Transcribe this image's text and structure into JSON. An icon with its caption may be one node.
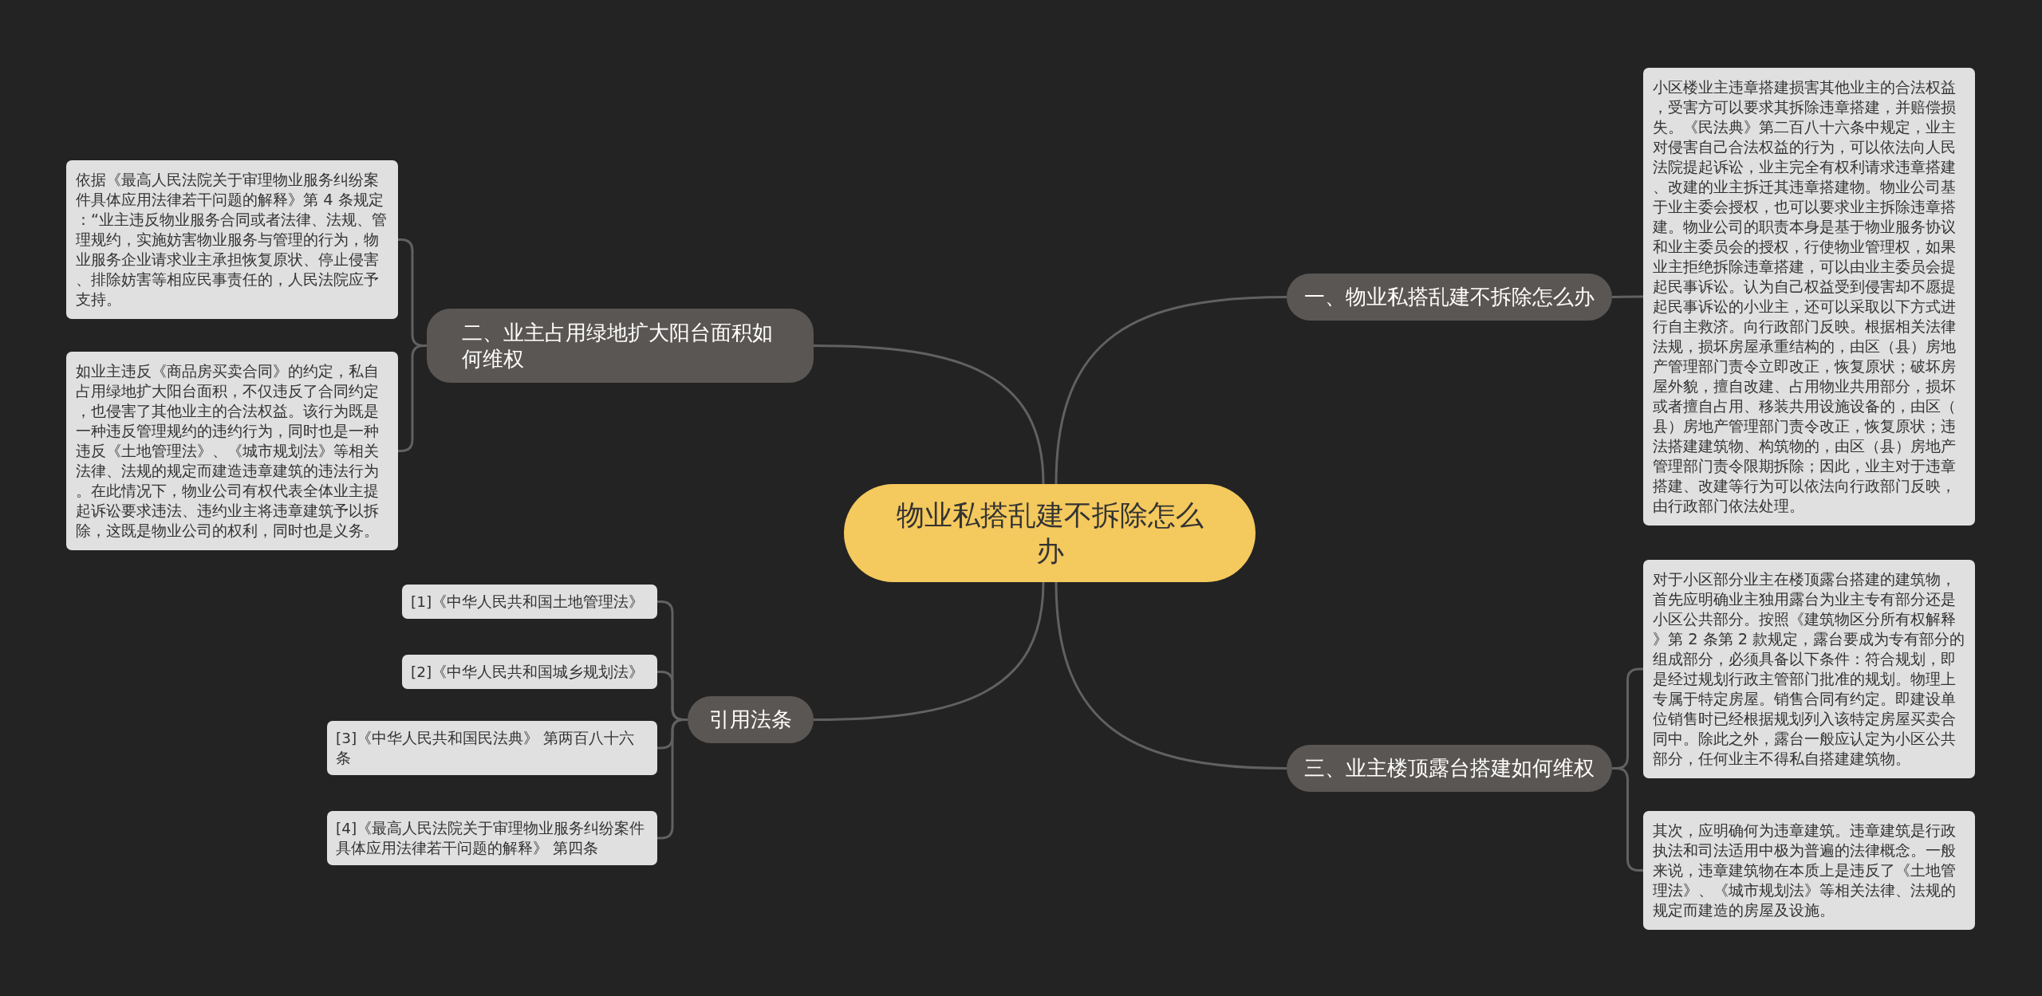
{
  "diagram": {
    "nodes": [
      {
        "text": [
          "物业私搭乱建不拆除怎么办"
        ]
      },
      {
        "text": [
          "一、物业私搭乱建不拆除怎么办"
        ]
      },
      {
        "text": [
          "小区楼业主违章搭建损害其他业主的合法权益，受害方可以要求其拆除违章搭建，并赔偿损失。《民法典》第二百八十六条中规定，业主对侵害自己合法权益的行为，可以依法向人民法院提起诉讼，业主完全有权利请求违章搭建、改建的业主拆迁其违章搭建物。物业公司基于业主委会授权，也可以要求业主拆除违章搭建。物业公司的职责本身是基于物业服务协议和业主委员会的授权，行使物业管理权，如果业主拒绝拆除违章搭建，可以由业主委员会提起民事诉讼。认为自己权益受到侵害却不愿提起民事诉讼的小业主，还可以采取以下方式进行自主救济。向行政部门反映。根据相关法律法规，损坏房屋承重结构的，由区（县）房地产管理部门责令立即改正，恢复原状；破坏房屋外貌，擅自改建、占用物业共用部分，损坏或者擅自占用、移装共用设施设备的，由区（县）房地产管理部门责令改正，恢复原状；违法搭建建筑物、构筑物的，由区（县）房地产管理部门责令限期拆除；因此，业主对于违章搭建、改建等行为可以依法向行政部门反映，由行政部门依法处理。"
        ]
      },
      {
        "text": [
          "二、业主占用绿地扩大阳台面积如何维权"
        ]
      },
      {
        "text": [
          "依据《最高人民法院关于审理物业服务纠纷案件具体应用法律若干问题的解释》第 4 条规定：“业主违反物业服务合同或者法律、法规、管理规约，实施妨害物业服务与管理的行为，物业服务企业请求业主承担恢复原状、停止侵害、排除妨害等相应民事责任的，人民法院应予支持。"
        ]
      },
      {
        "text": [
          "如业主违反《商品房买卖合同》的约定，私自占用绿地扩大阳台面积，不仅违反了合同约定，也侵害了其他业主的合法权益。该行为既是一种违反管理规约的违约行为，同时也是一种违反《土地管理法》、《城市规划法》等相关法律、法规的规定而建造违章建筑的违法行为。在此情况下，物业公司有权代表全体业主提起诉讼要求违法、违约业主将违章建筑予以拆除，这既是物业公司的权利，同时也是义务。"
        ]
      },
      {
        "text": [
          "三、业主楼顶露台搭建如何维权"
        ]
      },
      {
        "text": [
          "对于小区部分业主在楼顶露台搭建的建筑物，首先应明确业主独用露台为业主专有部分还是小区公共部分。按照《建筑物区分所有权解释》第 2 条第 2 款规定，露台要成为专有部分的组成部分，必须具备以下条件：符合规划，即是经过规划行政主管部门批准的规划。物理上专属于特定房屋。销售合同有约定。即建设单位销售时已经根据规划列入该特定房屋买卖合同中。除此之外，露台一般应认定为小区公共部分，任何业主不得私自搭建建筑物。"
        ]
      },
      {
        "text": [
          "其次，应明确何为违章建筑。违章建筑是行政执法和司法适用中极为普遍的法律概念。一般来说，违章建筑物在本质上是违反了《土地管理法》、《城市规划法》等相关法律、法规的规定而建造的房屋及设施。"
        ]
      },
      {
        "text": [
          "引用法条"
        ]
      },
      {
        "text": [
          "[1]《中华人民共和国土地管理法》"
        ]
      },
      {
        "text": [
          "[2]《中华人民共和国城乡规划法》"
        ]
      },
      {
        "text": [
          "[3]《中华人民共和国民法典》 第两百八十六条"
        ]
      },
      {
        "text": [
          "[4]《最高人民法院关于审理物业服务纠纷案件具体应用法律若干问题的解释》 第四条"
        ]
      }
    ],
    "edges": [
      {
        "from": 0,
        "to": 1,
        "arrow": "none"
      },
      {
        "from": 1,
        "to": 2,
        "arrow": "none"
      },
      {
        "from": 0,
        "to": 3,
        "arrow": "none"
      },
      {
        "from": 3,
        "to": 4,
        "arrow": "none"
      },
      {
        "from": 3,
        "to": 5,
        "arrow": "none"
      },
      {
        "from": 0,
        "to": 6,
        "arrow": "none"
      },
      {
        "from": 6,
        "to": 7,
        "arrow": "none"
      },
      {
        "from": 6,
        "to": 8,
        "arrow": "none"
      },
      {
        "from": 0,
        "to": 9,
        "arrow": "none"
      },
      {
        "from": 9,
        "to": 10,
        "arrow": "none"
      },
      {
        "from": 9,
        "to": 11,
        "arrow": "none"
      },
      {
        "from": 9,
        "to": 12,
        "arrow": "none"
      },
      {
        "from": 9,
        "to": 13,
        "arrow": "none"
      }
    ]
  }
}
